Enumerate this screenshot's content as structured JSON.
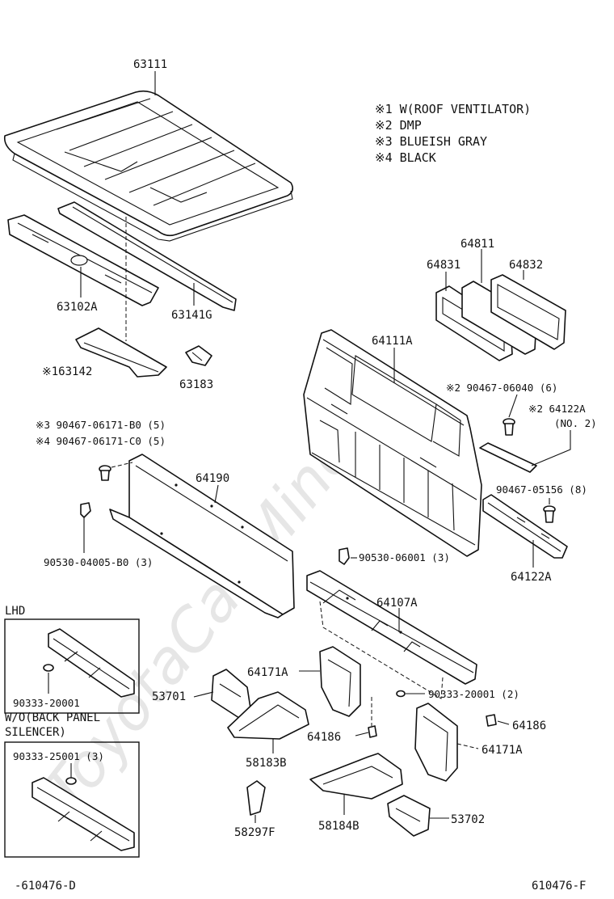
{
  "watermark": "ToyotaCar Mine.ru",
  "notes": [
    "※1 W(ROOF VENTILATOR)",
    "※2 DMP",
    "※3 BLUEISH GRAY",
    "※4 BLACK"
  ],
  "parts": {
    "p63111": "63111",
    "p63102A": "63102A",
    "p63141G": "63141G",
    "p163142": "※163142",
    "p63183": "63183",
    "p64811": "64811",
    "p64831": "64831",
    "p64832": "64832",
    "p64111A": "64111A",
    "p90467_06040": "※2 90467-06040 (6)",
    "p64122A_no2": "※2 64122A",
    "p64122A_no2_sub": "(NO. 2)",
    "p90467_05156": "90467-05156 (8)",
    "p64122A": "64122A",
    "p90467_B0": "※3 90467-06171-B0 (5)",
    "p90467_C0": "※4 90467-06171-C0 (5)",
    "p64190": "64190",
    "p90530_04005": "90530-04005-B0 (3)",
    "p90530_06001": "90530-06001 (3)",
    "p64107A": "64107A",
    "p64171A_left": "64171A",
    "p53701": "53701",
    "p90333_20001_2": "90333-20001 (2)",
    "p64186_left": "64186",
    "p64186_right": "64186",
    "p64171A_right": "64171A",
    "p58183B": "58183B",
    "p58184B": "58184B",
    "p53702": "53702",
    "p58297F": "58297F"
  },
  "inset_lhd": {
    "title": "LHD",
    "part": "90333-20001"
  },
  "inset_wo": {
    "title_line1": "W/O(BACK PANEL",
    "title_line2": "SILENCER)",
    "part": "90333-25001 (3)"
  },
  "footer": {
    "left_code": "-610476-D",
    "right_code": "610476-F"
  }
}
